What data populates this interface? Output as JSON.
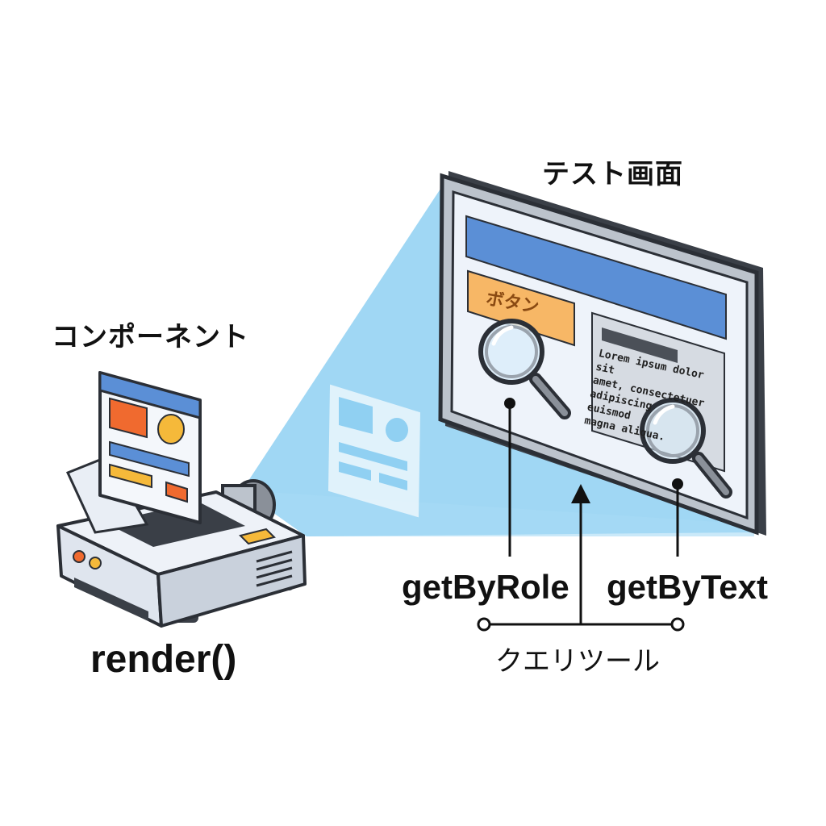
{
  "labels": {
    "component": "コンポーネント",
    "test_screen": "テスト画面",
    "render": "render()",
    "query_getbyrole": "getByRole",
    "query_getbytext": "getByText",
    "query_tools": "クエリツール"
  },
  "screen": {
    "button_text": "ボタン",
    "body_text": "Lorem ipsum dolor sit\namet, consectetuer\nadipiscing\neuismod\nmagna aliqua."
  },
  "colors": {
    "outline": "#2b2f36",
    "beam": "#8fd0f2",
    "header_blue": "#5b8fd6",
    "button_orange": "#f7b766",
    "tile_orange": "#f06a2f",
    "tile_yellow": "#f5b93a",
    "projector_body": "#e4e9f2",
    "screen_bg": "#eef3fa",
    "panel_gray": "#d6dbe2"
  },
  "icons": [
    "projector-icon",
    "magnifier-icon",
    "arrow-up-icon",
    "layout-ghost-icon"
  ]
}
